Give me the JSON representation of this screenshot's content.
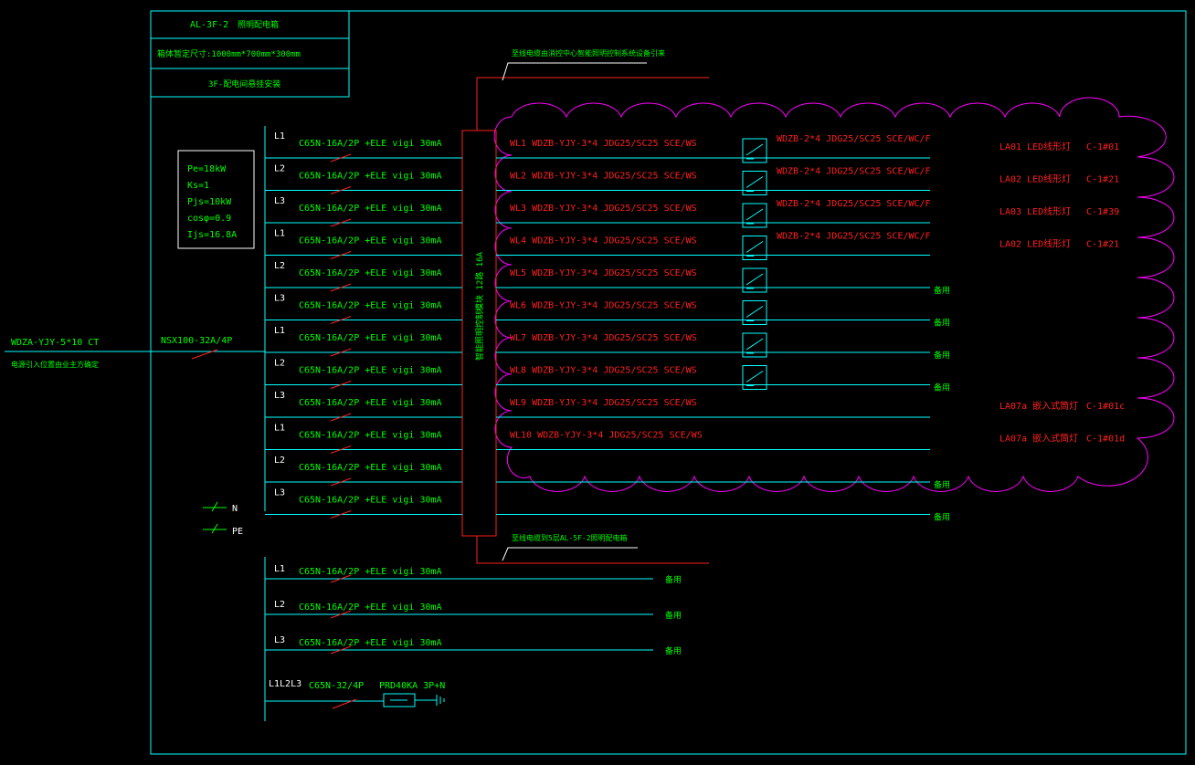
{
  "colors": {
    "frame": "#00ffff",
    "green": "#00ff00",
    "red": "#ff2020",
    "white": "#ffffff",
    "magenta": "#ff00ff",
    "cyan": "#00ffff"
  },
  "title_block": {
    "panel_id": "AL-3F-2",
    "panel_name": "照明配电箱",
    "dimensions": "箱体暂定尺寸:1000mm*700mm*300mm",
    "install": "3F-配电间悬挂安装"
  },
  "incoming": {
    "cable": "WDZA-YJY-5*10 CT",
    "note": "电源引入位置由业主方确定",
    "main_breaker": "NSX100-32A/4P"
  },
  "load_calc": [
    "Pe=18kW",
    "Ks=1",
    "Pjs=10kW",
    "cosφ=0.9",
    "Ijs=16.8A"
  ],
  "top_note": "至线电缆由消控中心智能照明控制系统设备引来",
  "bottom_note": "至线电缆到5层AL-5F-2照明配电箱",
  "module_label": "智能照明控制模块 12路 16A",
  "neutral_label": "N",
  "pe_label": "PE",
  "circuits": [
    {
      "phase": "L1",
      "breaker": "C65N-16A/2P +ELE vigi 30mA",
      "feeder": "WL1 WDZB-YJY-3*4 JDG25/SC25 SCE/WS",
      "ext": "WDZB-2*4 JDG25/SC25 SCE/WC/F",
      "load": "LA01 LED线形灯",
      "spec": "C-1#01",
      "spare": ""
    },
    {
      "phase": "L2",
      "breaker": "C65N-16A/2P +ELE vigi 30mA",
      "feeder": "WL2 WDZB-YJY-3*4 JDG25/SC25 SCE/WS",
      "ext": "WDZB-2*4 JDG25/SC25 SCE/WC/F",
      "load": "LA02 LED线形灯",
      "spec": "C-1#21",
      "spare": ""
    },
    {
      "phase": "L3",
      "breaker": "C65N-16A/2P +ELE vigi 30mA",
      "feeder": "WL3 WDZB-YJY-3*4 JDG25/SC25 SCE/WS",
      "ext": "WDZB-2*4 JDG25/SC25 SCE/WC/F",
      "load": "LA03 LED线形灯",
      "spec": "C-1#39",
      "spare": ""
    },
    {
      "phase": "L1",
      "breaker": "C65N-16A/2P +ELE vigi 30mA",
      "feeder": "WL4 WDZB-YJY-3*4 JDG25/SC25 SCE/WS",
      "ext": "WDZB-2*4 JDG25/SC25 SCE/WC/F",
      "load": "LA02 LED线形灯",
      "spec": "C-1#21",
      "spare": ""
    },
    {
      "phase": "L2",
      "breaker": "C65N-16A/2P +ELE vigi 30mA",
      "feeder": "WL5 WDZB-YJY-3*4 JDG25/SC25 SCE/WS",
      "ext": "",
      "load": "",
      "spec": "",
      "spare": "备用"
    },
    {
      "phase": "L3",
      "breaker": "C65N-16A/2P +ELE vigi 30mA",
      "feeder": "WL6 WDZB-YJY-3*4 JDG25/SC25 SCE/WS",
      "ext": "",
      "load": "",
      "spec": "",
      "spare": "备用"
    },
    {
      "phase": "L1",
      "breaker": "C65N-16A/2P +ELE vigi 30mA",
      "feeder": "WL7 WDZB-YJY-3*4 JDG25/SC25 SCE/WS",
      "ext": "",
      "load": "",
      "spec": "",
      "spare": "备用"
    },
    {
      "phase": "L2",
      "breaker": "C65N-16A/2P +ELE vigi 30mA",
      "feeder": "WL8 WDZB-YJY-3*4 JDG25/SC25 SCE/WS",
      "ext": "",
      "load": "",
      "spec": "",
      "spare": "备用"
    },
    {
      "phase": "L3",
      "breaker": "C65N-16A/2P +ELE vigi 30mA",
      "feeder": "WL9 WDZB-YJY-3*4 JDG25/SC25 SCE/WS",
      "ext": "",
      "load": "LA07a 嵌入式筒灯",
      "spec": "C-1#01c",
      "spare": ""
    },
    {
      "phase": "L1",
      "breaker": "C65N-16A/2P +ELE vigi 30mA",
      "feeder": "WL10 WDZB-YJY-3*4 JDG25/SC25 SCE/WS",
      "ext": "",
      "load": "LA07a 嵌入式筒灯",
      "spec": "C-1#01d",
      "spare": ""
    },
    {
      "phase": "L2",
      "breaker": "C65N-16A/2P +ELE vigi 30mA",
      "feeder": "",
      "ext": "",
      "load": "",
      "spec": "",
      "spare": "备用"
    },
    {
      "phase": "L3",
      "breaker": "C65N-16A/2P +ELE vigi 30mA",
      "feeder": "",
      "ext": "",
      "load": "",
      "spec": "",
      "spare": "备用"
    }
  ],
  "spare_circuits": [
    {
      "phase": "L1",
      "breaker": "C65N-16A/2P +ELE vigi 30mA",
      "spare": "备用"
    },
    {
      "phase": "L2",
      "breaker": "C65N-16A/2P +ELE vigi 30mA",
      "spare": "备用"
    },
    {
      "phase": "L3",
      "breaker": "C65N-16A/2P +ELE vigi 30mA",
      "spare": "备用"
    }
  ],
  "surge": {
    "phase": "L1L2L3",
    "breaker": "C65N-32/4P",
    "spd": "PRD40KA 3P+N"
  }
}
